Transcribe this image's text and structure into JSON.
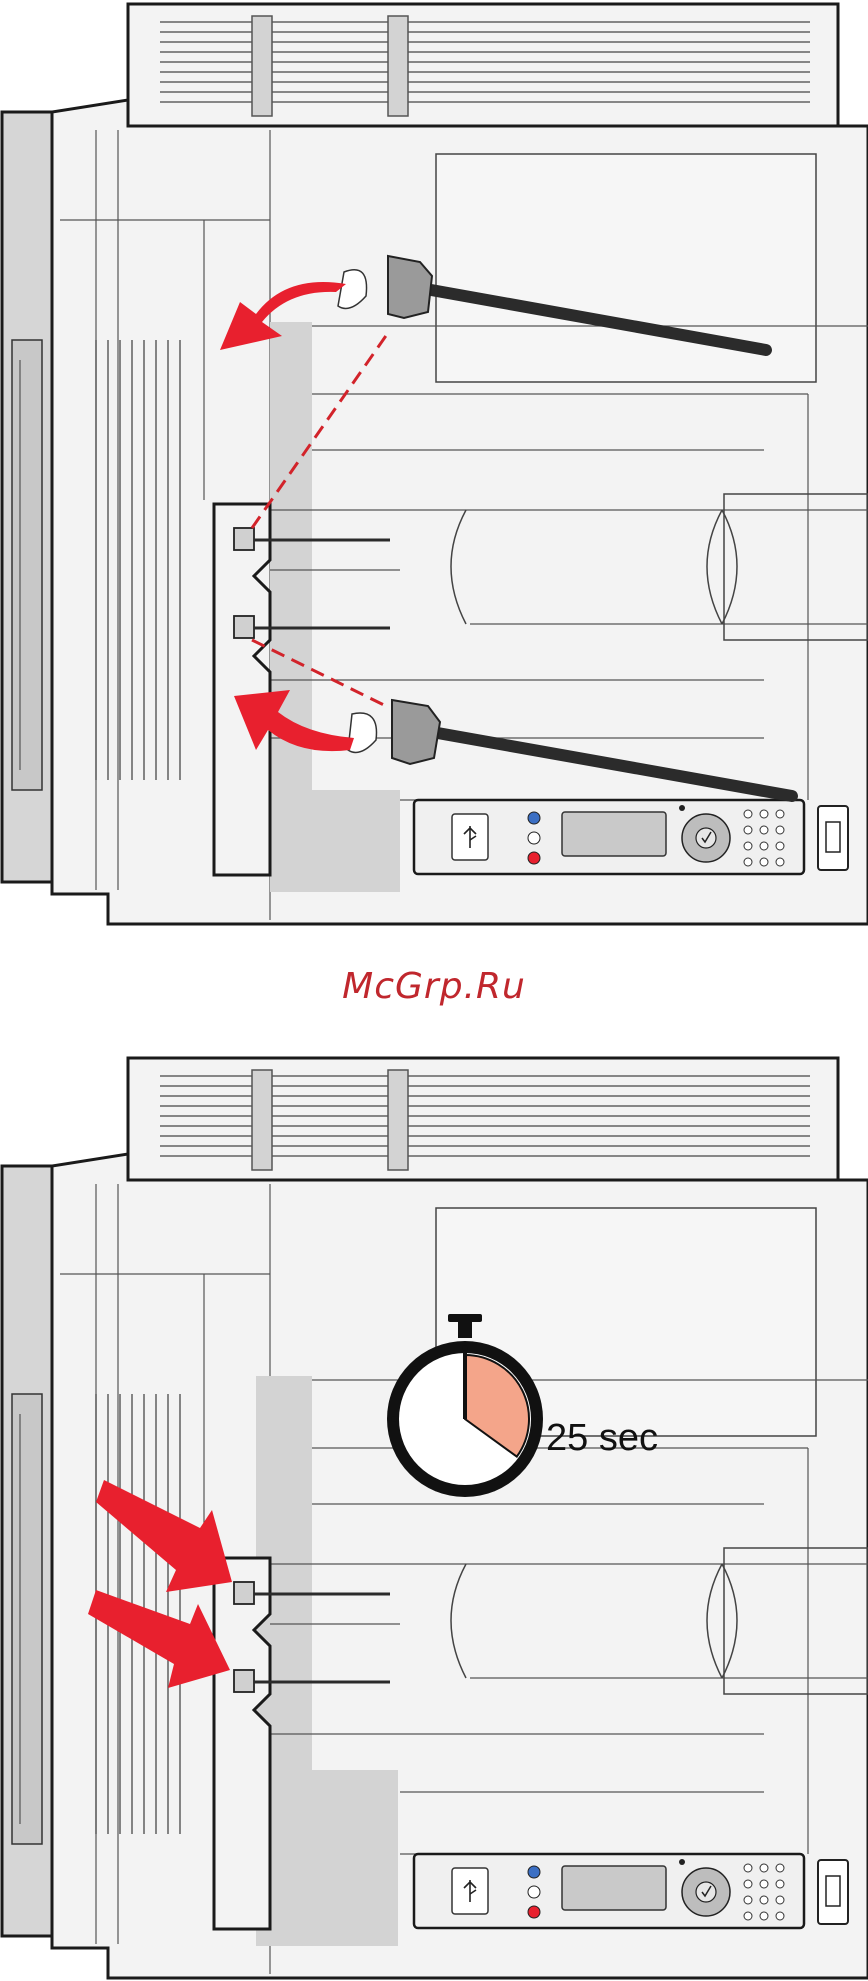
{
  "colors": {
    "printer_body": "#f3f3f3",
    "outline": "#1a1a1a",
    "shade": "#d3d3d3",
    "arrow": "#e8202e",
    "dash": "#d2232a",
    "cable": "#2b2b2b",
    "timer_fill": "#f4a58a",
    "watermark": "#c0272d"
  },
  "watermark": {
    "text": "McGrp.Ru"
  },
  "timer": {
    "label": "25 sec",
    "elapsed_fraction": 0.35
  },
  "steps": [
    {
      "action": "disconnect-cables",
      "arrows": 2
    },
    {
      "action": "wait-then-reconnect",
      "arrows": 2
    }
  ],
  "icons": [
    "usb-icon",
    "stopwatch-icon",
    "navigation-pad-icon",
    "keypad-icon"
  ]
}
